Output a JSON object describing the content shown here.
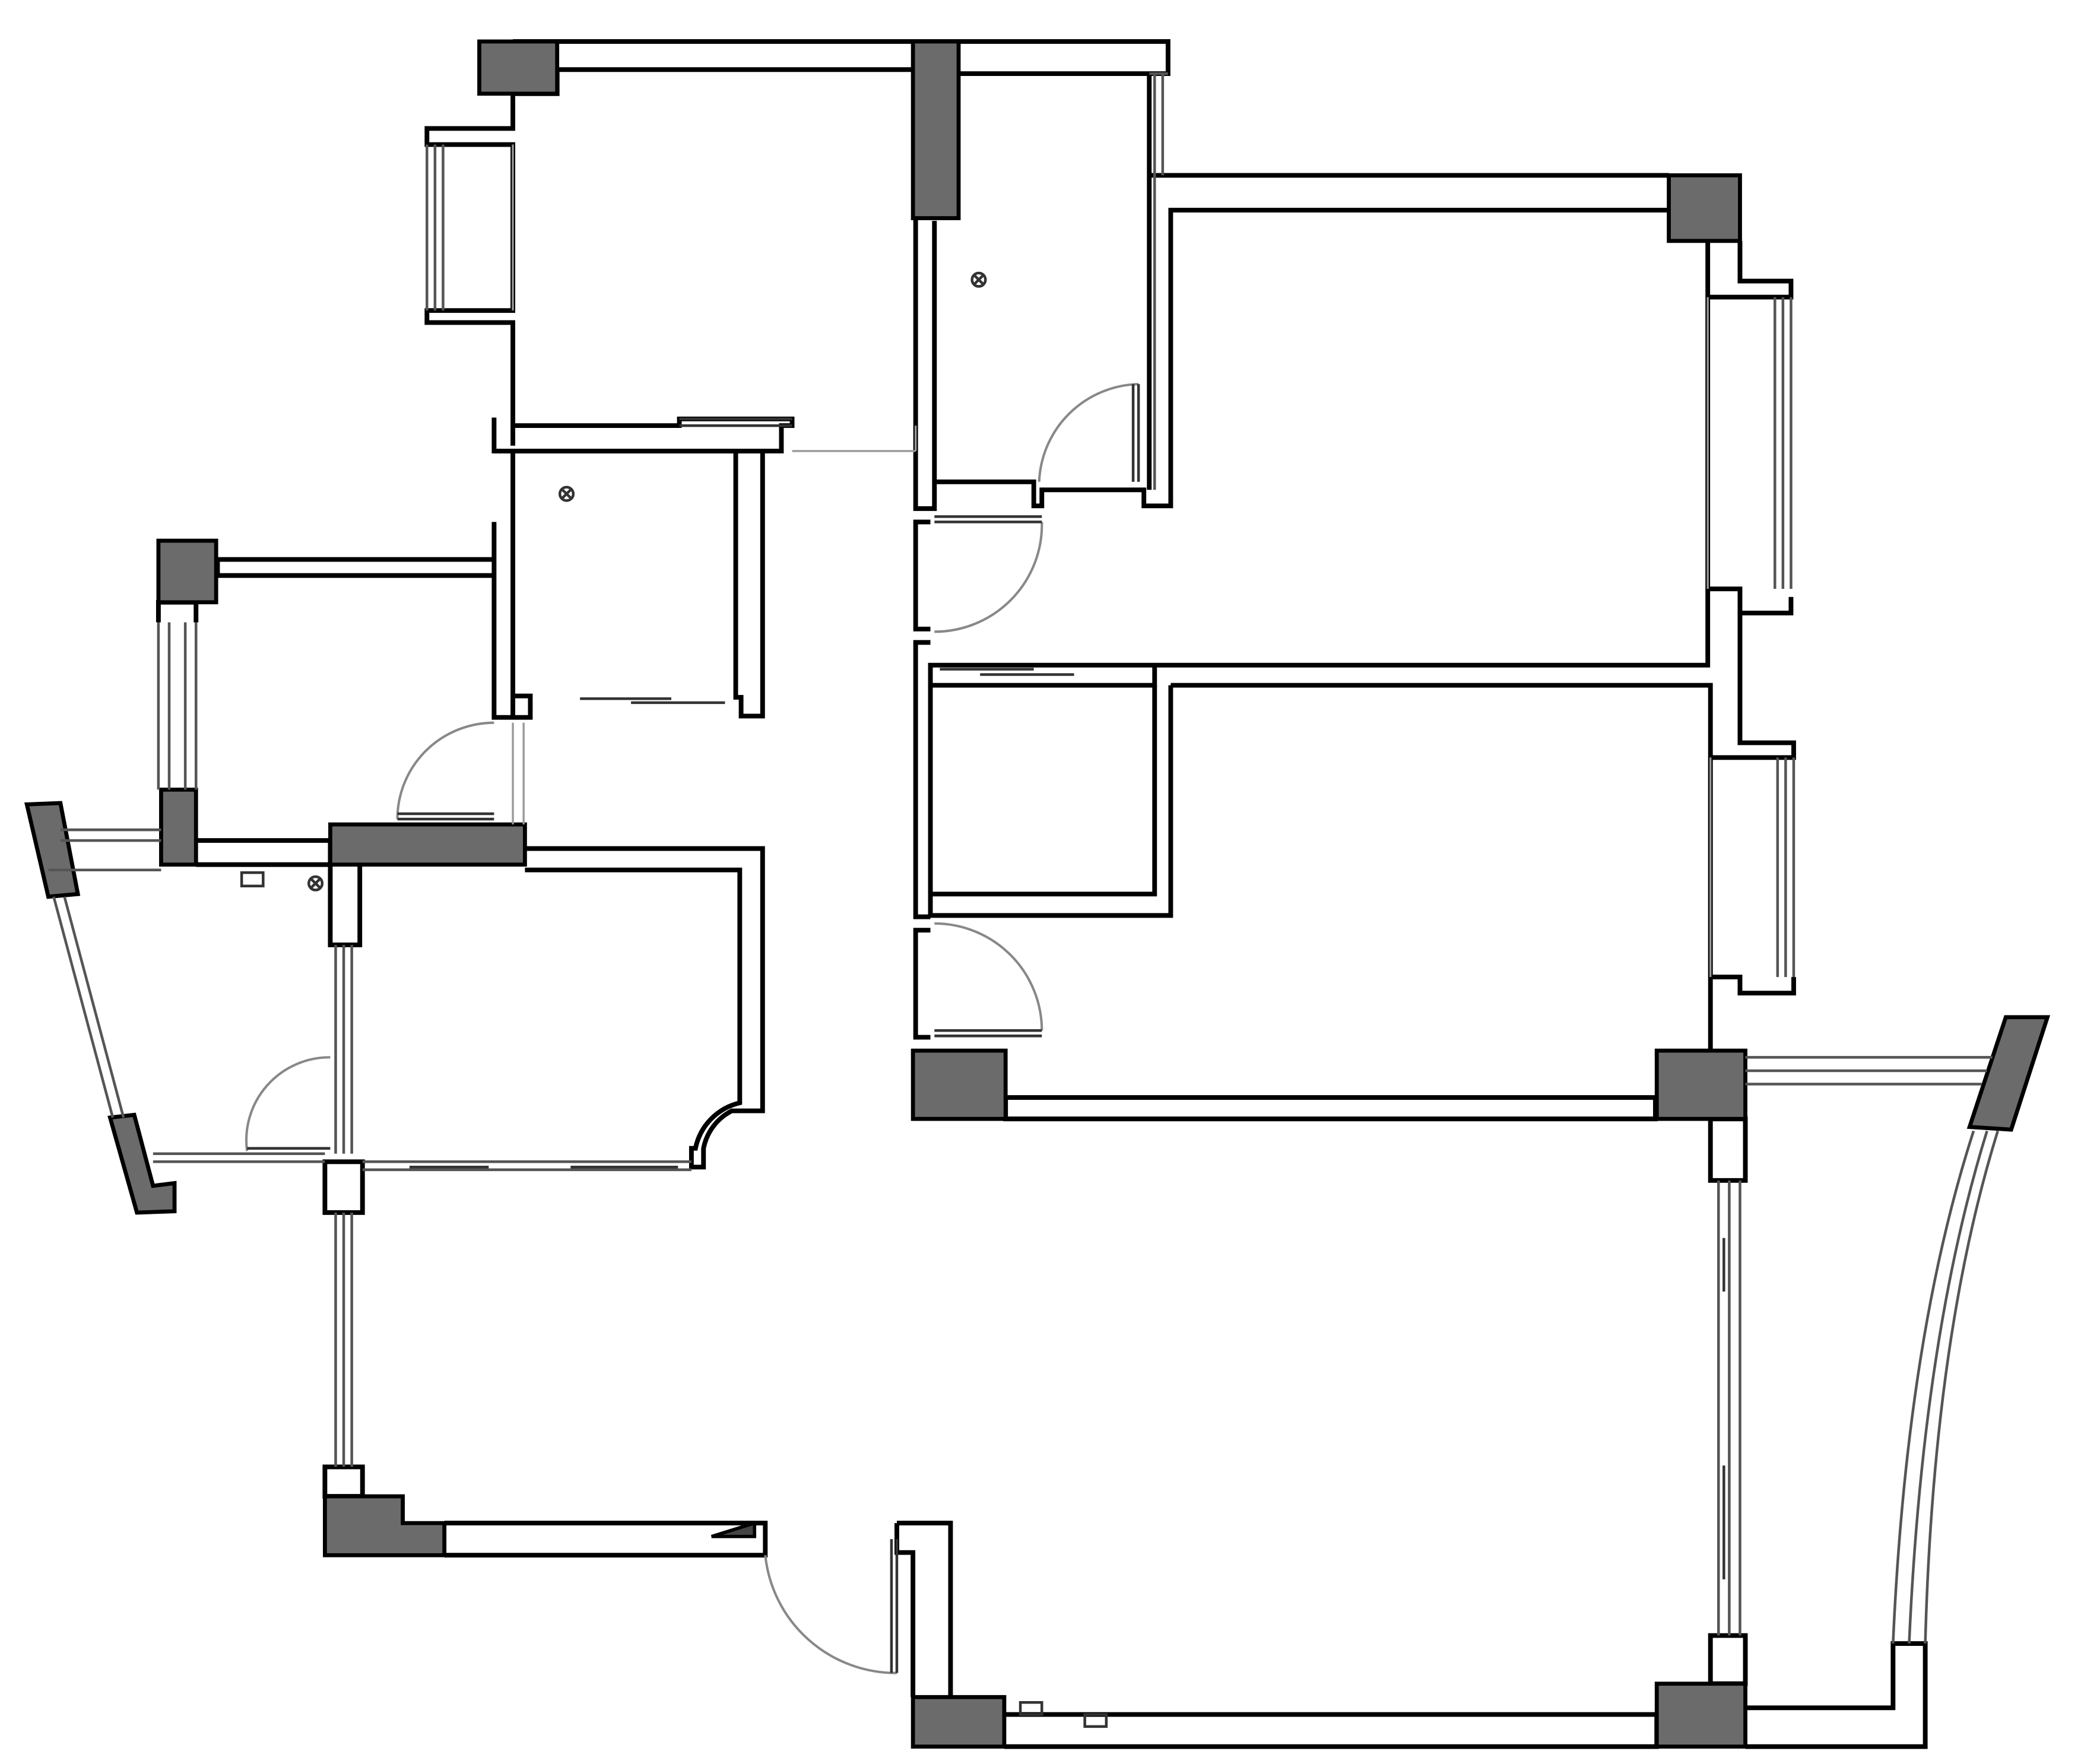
{
  "drawing": {
    "colors": {
      "background": "#ffffff",
      "structural_column": "#6b6b6b",
      "wall_line": "#000000",
      "window_line": "#555555",
      "door_swing": "#888888"
    },
    "elements": {
      "structural_columns": 13,
      "door_swings": 7,
      "floor_drains": 3,
      "windows": 10
    }
  }
}
